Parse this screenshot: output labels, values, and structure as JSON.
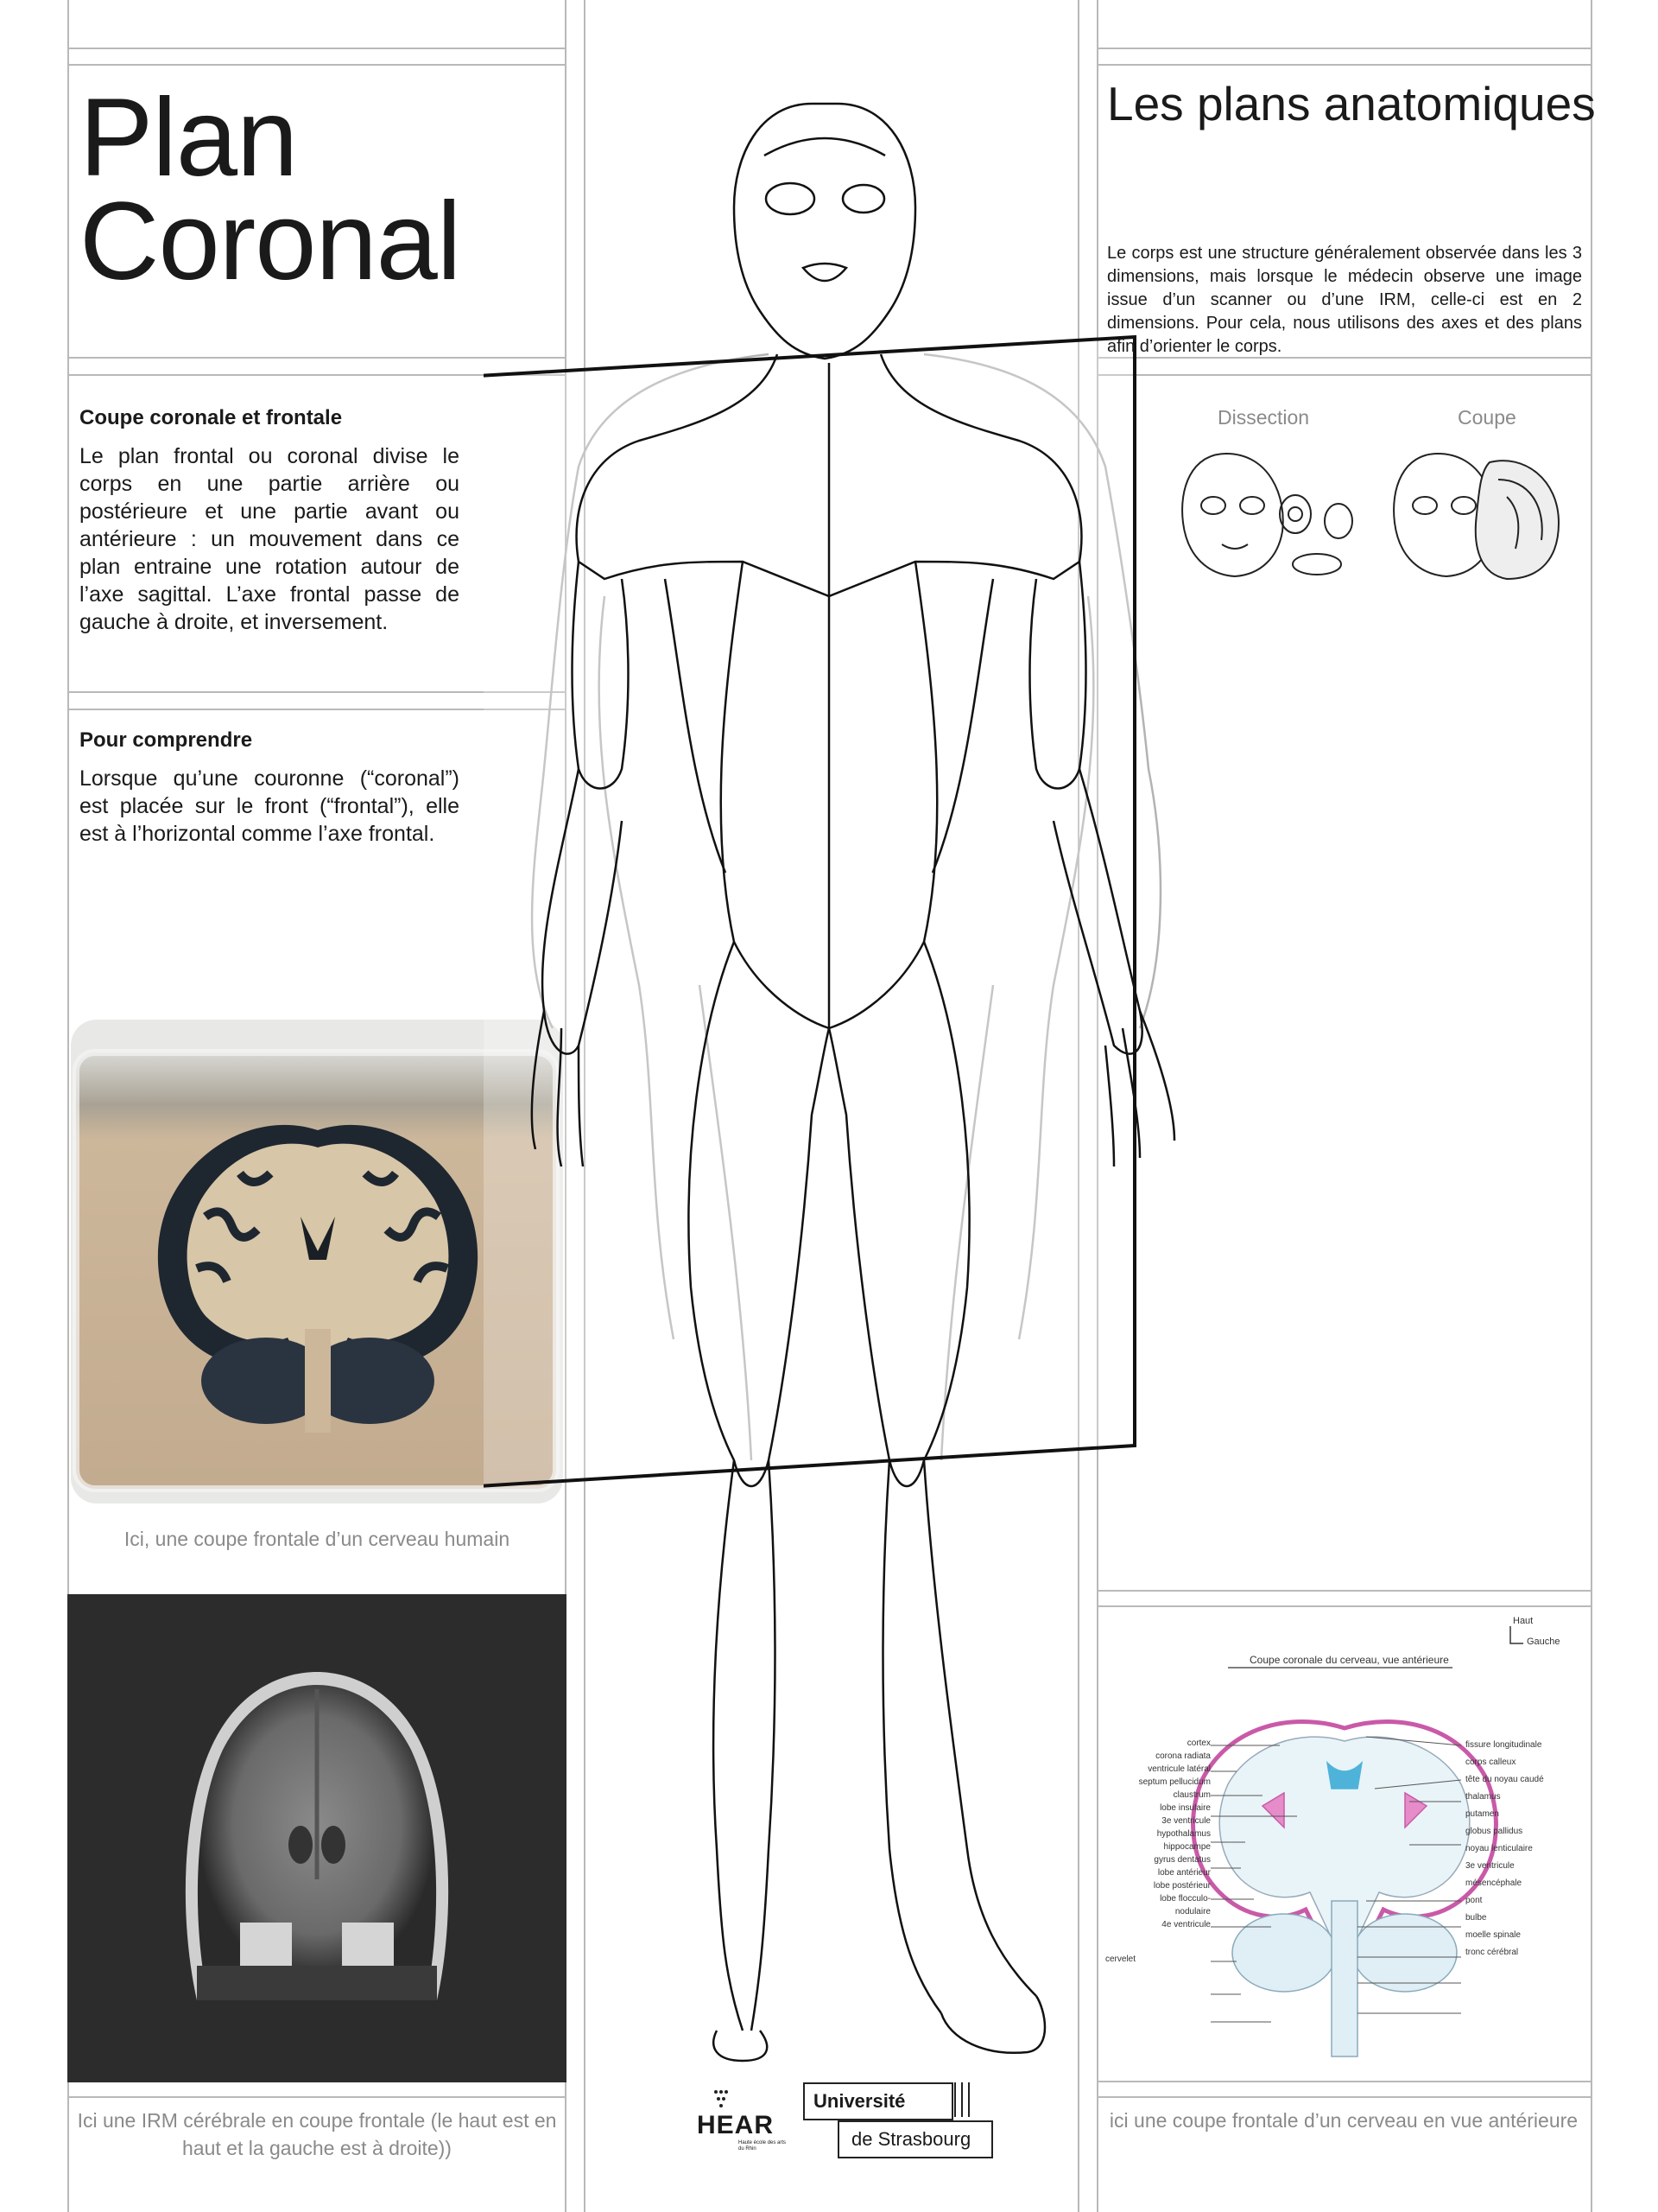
{
  "left": {
    "title_line1": "Plan",
    "title_line2": "Coronal",
    "section1": {
      "heading": "Coupe coronale et frontale",
      "body": "Le plan frontal ou coronal divise le corps en une partie arrière ou postérieure et une partie avant ou antérieure : un mouvement dans ce plan entraine une rotation autour de l’axe sagittal. L’axe frontal passe de gauche à droite, et inversement."
    },
    "section2": {
      "heading": "Pour comprendre",
      "body": "Lorsque qu’une couronne (“coronal”) est placée sur le front (“frontal”), elle est à l’horizontal comme l’axe frontal."
    },
    "photo_caption": "Ici, une coupe frontale d’un cerveau humain",
    "mri_caption": "Ici une IRM cérébrale en coupe frontale (le haut est en haut et la gauche est à droite))"
  },
  "right": {
    "title": "Les plans anatomiques",
    "intro": "Le corps est une structure généralement observée dans les 3 dimensions, mais lorsque le médecin observe une image issue d’un scanner ou d’une IRM, celle-ci est en 2 dimensions. Pour cela, nous utilisons des axes et des plans afin d’orienter le corps.",
    "label_dissection": "Dissection",
    "label_coupe": "Coupe",
    "drawing_caption": "ici une coupe frontale d’un cerveau en vue antérieure",
    "sketch": {
      "title": "Coupe coronale du cerveau, vue antérieure",
      "orient_up": "Haut",
      "orient_side": "Gauche",
      "labels_left": [
        "cortex",
        "corona radiata",
        "ventricule latéral",
        "septum pellucidum",
        "claustrum",
        "lobe insulaire",
        "3e ventricule",
        "hypothalamus",
        "hippocampe",
        "gyrus dentatus",
        "lobe antérieur",
        "lobe postérieur",
        "lobe flocculo-nodulaire",
        "4e ventricule"
      ],
      "label_cervelet": "cervelet",
      "labels_right": [
        "fissure longitudinale",
        "corps calleux",
        "tête du noyau caudé",
        "thalamus",
        "putamen",
        "globus pallidus",
        "noyau lenticulaire",
        "3e ventricule",
        "mésencéphale",
        "pont",
        "bulbe",
        "moelle spinale",
        "tronc cérébral"
      ]
    }
  },
  "logos": {
    "hear": "HEAR",
    "hear_sub": "Haute école des arts du Rhin",
    "uni_top": "Université",
    "uni_bottom": "de Strasbourg"
  },
  "colors": {
    "grid": "#b9b9b9",
    "text": "#1a1a1a",
    "caption": "#8a8a8a",
    "sketch_pink": "#c95aa8",
    "sketch_blue": "#4fb3d9"
  }
}
